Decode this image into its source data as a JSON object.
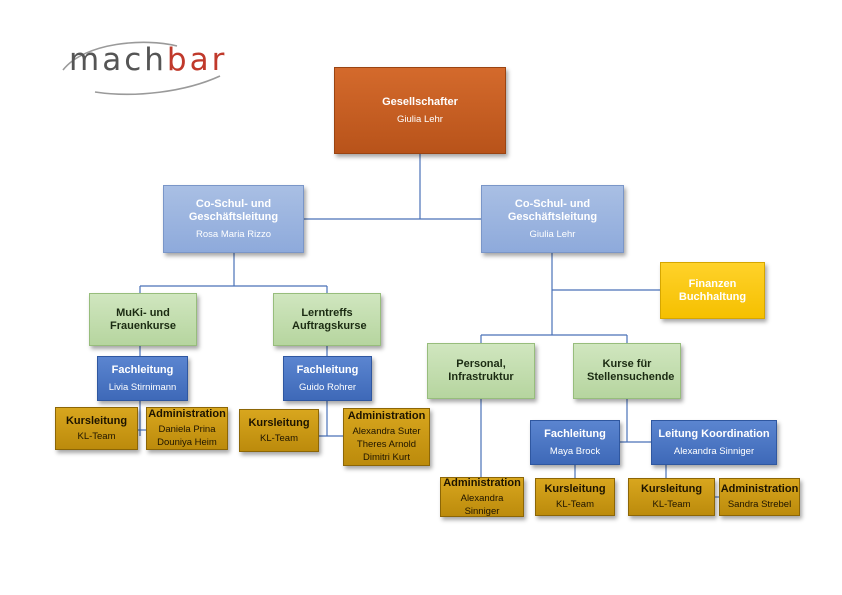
{
  "logo": {
    "prefix": "mach",
    "highlight": "bar"
  },
  "nodes": {
    "gesellschafter": {
      "title": "Gesellschafter",
      "person": "Giulia Lehr"
    },
    "colead_left": {
      "title": "Co-Schul- und Geschäftsleitung",
      "person": "Rosa Maria Rizzo"
    },
    "colead_right": {
      "title": "Co-Schul- und Geschäftsleitung",
      "person": "Giulia Lehr"
    },
    "finanzen": {
      "title": "Finanzen Buchhaltung"
    },
    "muki": {
      "title": "MuKi- und Frauenkurse"
    },
    "lerntreffs": {
      "title": "Lerntreffs Auftragskurse"
    },
    "personal": {
      "title": "Personal, Infrastruktur"
    },
    "kurse_stellen": {
      "title": "Kurse für Stellensuchende"
    },
    "fl_muki": {
      "title": "Fachleitung",
      "person": "Livia Stirnimann"
    },
    "fl_lern": {
      "title": "Fachleitung",
      "person": "Guido Rohrer"
    },
    "fl_stellen": {
      "title": "Fachleitung",
      "person": "Maya Brock"
    },
    "koordination": {
      "title": "Leitung Koordination",
      "person": "Alexandra Sinniger"
    },
    "kl_muki": {
      "title": "Kursleitung",
      "person": "KL-Team"
    },
    "adm_muki": {
      "title": "Administration",
      "person": "Daniela Prina Douniya Heim"
    },
    "kl_lern": {
      "title": "Kursleitung",
      "person": "KL-Team"
    },
    "adm_lern": {
      "title": "Administration",
      "person": "Alexandra Suter Theres Arnold Dimitri Kurt"
    },
    "adm_personal": {
      "title": "Administration",
      "person": "Alexandra Sinniger"
    },
    "kl_stellen": {
      "title": "Kursleitung",
      "person": "KL-Team"
    },
    "kl_koord": {
      "title": "Kursleitung",
      "person": "KL-Team"
    },
    "adm_koord": {
      "title": "Administration",
      "person": "Sandra Strebel"
    }
  }
}
